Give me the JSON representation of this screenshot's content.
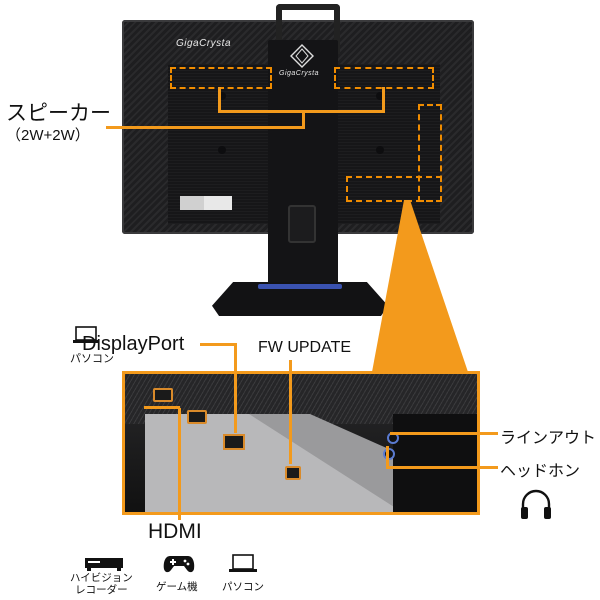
{
  "product": {
    "brand_text": "GigaCrysta",
    "logo_text": "GigaCrysta"
  },
  "callouts": {
    "speaker_label": "スピーカー",
    "speaker_spec": "（2W+2W）",
    "displayport_label": "DisplayPort",
    "fw_update_label": "FW UPDATE",
    "line_out_label": "ラインアウト",
    "headphone_label": "ヘッドホン",
    "hdmi_label": "HDMI"
  },
  "device_icons": {
    "displayport_device": "パソコン",
    "hdmi_devices": [
      {
        "label": "ハイビジョン\nレコーダー",
        "icon": "recorder-icon"
      },
      {
        "label": "ゲーム機",
        "icon": "gamepad-icon"
      },
      {
        "label": "パソコン",
        "icon": "laptop-icon"
      }
    ]
  },
  "colors": {
    "accent": "#f39a1c",
    "monitor": "#1e1e20",
    "stand_accent": "#3a52b0"
  }
}
